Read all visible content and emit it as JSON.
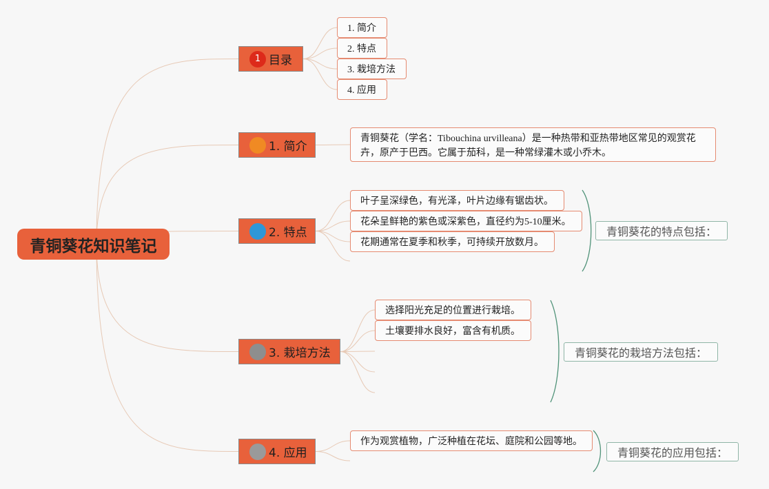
{
  "root": {
    "title": "青铜葵花知识笔记"
  },
  "colors": {
    "node_fill": "#e8613b",
    "link": "#e7c9b5",
    "leaf_border": "#e58a70",
    "summary_border": "#8fb5a6",
    "summary_bracket": "#4f9278"
  },
  "branches": [
    {
      "label": "目录",
      "marker": "1",
      "marker_color": "#dd2a1a",
      "items": [
        "1. 简介",
        "2. 特点",
        "3. 栽培方法",
        "4. 应用"
      ]
    },
    {
      "label": "1. 简介",
      "marker": "",
      "marker_color": "#f08a23",
      "items": [
        "青铜葵花（学名：Tibouchina urvilleana）是一种热带和亚热带地区常见的观赏花卉，原产于巴西。它属于茄科，是一种常绿灌木或小乔木。"
      ]
    },
    {
      "label": "2. 特点",
      "marker": "",
      "marker_color": "#2e97d8",
      "items": [
        "叶子呈深绿色，有光泽，叶片边缘有锯齿状。",
        "花朵呈鲜艳的紫色或深紫色，直径约为5-10厘米。",
        "花期通常在夏季和秋季，可持续开放数月。"
      ],
      "summary": "青铜葵花的特点包括："
    },
    {
      "label": "3. 栽培方法",
      "marker": "",
      "marker_color": "#8e8e8e",
      "items": [
        "选择阳光充足的位置进行栽培。",
        "土壤要排水良好，富含有机质。"
      ],
      "summary": "青铜葵花的栽培方法包括："
    },
    {
      "label": "4. 应用",
      "marker": "",
      "marker_color": "#9a9a9a",
      "items": [
        "作为观赏植物，广泛种植在花坛、庭院和公园等地。"
      ],
      "summary": "青铜葵花的应用包括："
    }
  ]
}
